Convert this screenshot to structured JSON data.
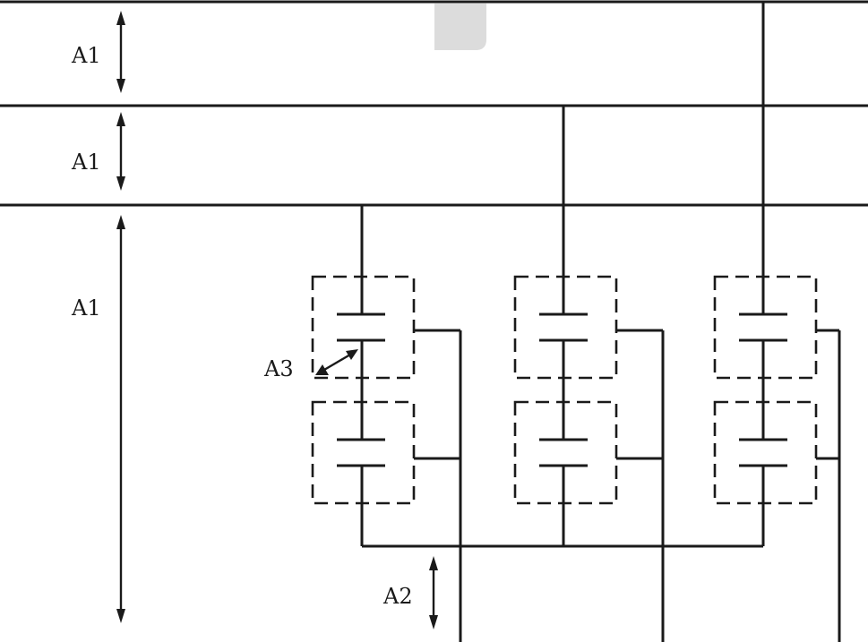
{
  "labels": {
    "a1_top": "A1",
    "a1_middle": "A1",
    "a1_lower": "A1",
    "a2": "A2",
    "a3": "A3"
  },
  "colors": {
    "ink": "#1a1a1a",
    "background": "#ffffff",
    "tab": "#dcdcdc"
  },
  "structure": {
    "busbars": 3,
    "columns": 3,
    "modules_per_column": 2,
    "capacitors_per_module": 1
  }
}
